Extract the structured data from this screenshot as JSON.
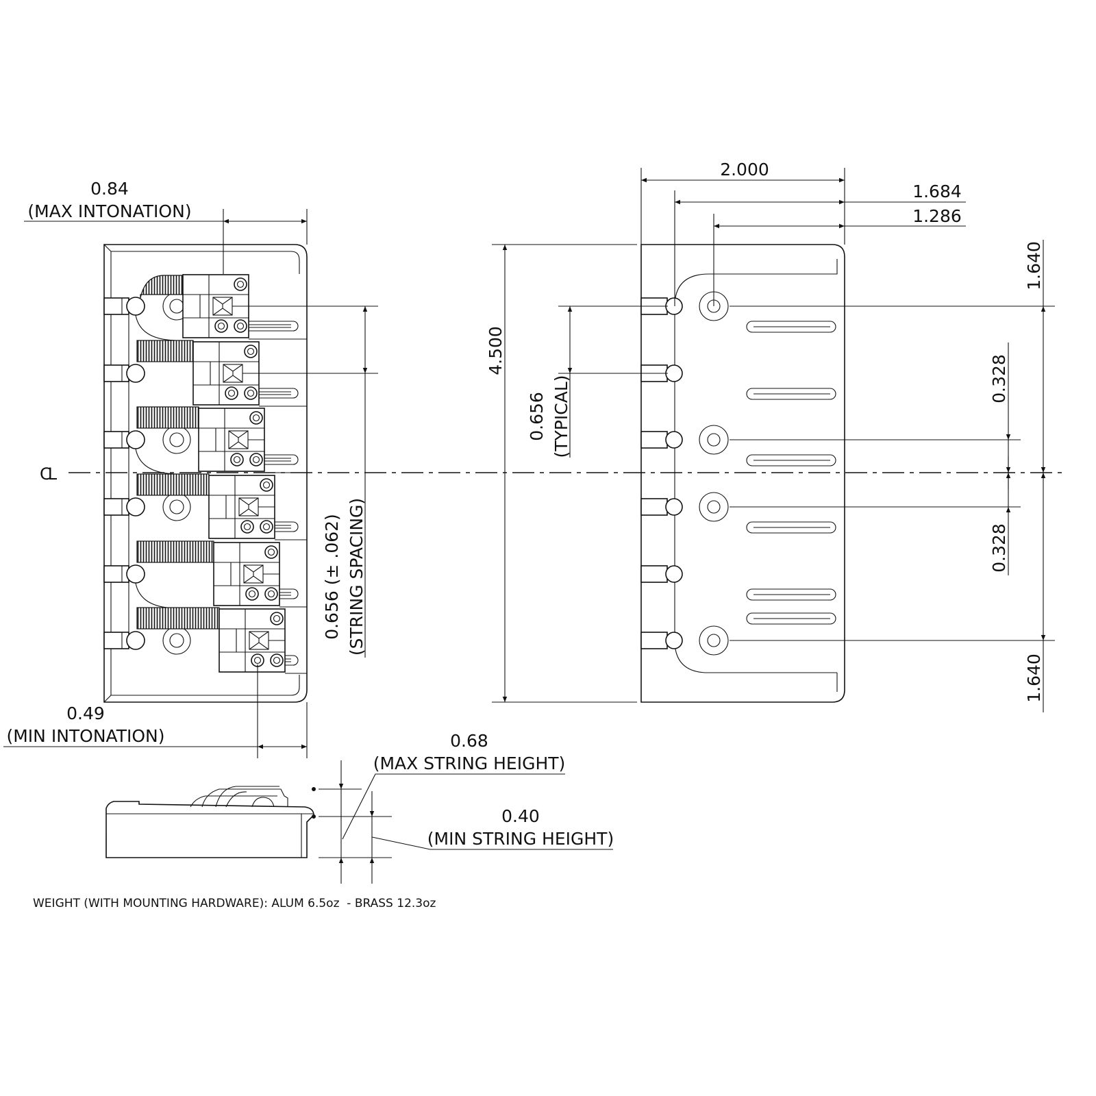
{
  "drawing": {
    "top_view": {
      "max_intonation_value": "0.84",
      "max_intonation_label": "(MAX INTONATION)",
      "min_intonation_value": "0.49",
      "min_intonation_label": "(MIN INTONATION)",
      "string_spacing_value": "0.656 (± .062)",
      "string_spacing_label": "(STRING SPACING)",
      "centerline_symbol": "CL"
    },
    "mounting_view": {
      "overall_width": "2.000",
      "hole_offset_1": "1.684",
      "hole_offset_2": "1.286",
      "overall_length": "4.500",
      "typical_spacing_value": "0.656",
      "typical_spacing_label": "(TYPICAL)",
      "outer_hole_top": "1.640",
      "inner_hole_top": "0.328",
      "inner_hole_bottom": "0.328",
      "outer_hole_bottom": "1.640"
    },
    "side_view": {
      "max_height_value": "0.68",
      "max_height_label": "(MAX STRING HEIGHT)",
      "min_height_value": "0.40",
      "min_height_label": "(MIN STRING HEIGHT)"
    },
    "weight_note": "WEIGHT (WITH MOUNTING HARDWARE): ALUM 6.5oz  - BRASS 12.3oz"
  }
}
